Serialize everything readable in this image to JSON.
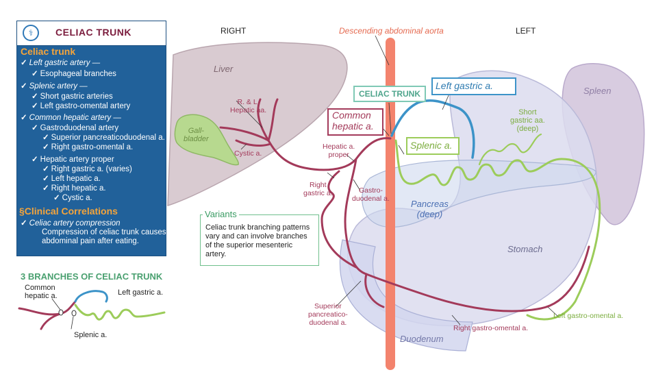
{
  "panel": {
    "title": "CELIAC TRUNK",
    "logo_icon": "caduceus-icon",
    "section1": "Celiac trunk",
    "items": [
      {
        "text": "Left gastric artery —",
        "italic": true
      },
      {
        "text": "Esophageal branches",
        "italic": false
      },
      {
        "text": "Splenic artery —",
        "italic": true
      },
      {
        "text": "Short gastric arteries",
        "italic": false
      },
      {
        "text": "Left gastro-omental artery",
        "italic": false
      },
      {
        "text": "Common hepatic artery —",
        "italic": true
      },
      {
        "text": "Gastroduodenal artery",
        "italic": false
      },
      {
        "text": "Superior pancreaticoduodenal a.",
        "italic": false
      },
      {
        "text": "Right gastro-omental a.",
        "italic": false
      },
      {
        "text": "Hepatic artery proper",
        "italic": false
      },
      {
        "text": "Right gastric a. (varies)",
        "italic": false
      },
      {
        "text": "Left hepatic a.",
        "italic": false
      },
      {
        "text": "Right hepatic a.",
        "italic": false
      },
      {
        "text": "Cystic a.",
        "italic": false
      }
    ],
    "section2": "Clinical Correlations",
    "clinical": [
      {
        "text": "Celiac artery compression",
        "italic": true
      },
      {
        "text": "Compression of celiac trunk causes",
        "italic": false
      },
      {
        "text": "abdominal pain after eating.",
        "italic": false
      }
    ]
  },
  "diagram": {
    "right": "RIGHT",
    "left": "LEFT",
    "aorta": "Descending abdominal aorta",
    "liver": "Liver",
    "gallbladder_1": "Gall-",
    "gallbladder_2": "bladder",
    "rl_hepatic_1": "R. & L.",
    "rl_hepatic_2": "Hepatic aa.",
    "cystic": "Cystic a.",
    "celiac_trunk": "CELIAC TRUNK",
    "left_gastric": "Left gastric a.",
    "common_hepatic_1": "Common",
    "common_hepatic_2": "hepatic a.",
    "splenic": "Splenic a.",
    "hepatic_proper_1": "Hepatic a.",
    "hepatic_proper_2": "proper",
    "right_gastric_1": "Right",
    "right_gastric_2": "gastric a.",
    "gastroduodenal_1": "Gastro-",
    "gastroduodenal_2": "duodenal a.",
    "short_gastric_1": "Short",
    "short_gastric_2": "gastric aa.",
    "short_gastric_3": "(deep)",
    "spleen": "Spleen",
    "pancreas_1": "Pancreas",
    "pancreas_2": "(deep)",
    "stomach": "Stomach",
    "duodenum": "Duodenum",
    "sup_pd_1": "Superior",
    "sup_pd_2": "pancreatico-",
    "sup_pd_3": "duodenal a.",
    "right_go": "Right gastro-omental a.",
    "left_go": "Left gastro-omental a."
  },
  "variants": {
    "title": "Variants",
    "text": "Celiac trunk branching patterns vary and can involve branches of the superior mesenteric artery."
  },
  "branches3": {
    "title": "3 BRANCHES OF CELIAC TRUNK",
    "common_1": "Common",
    "common_2": "hepatic a.",
    "left_gastric": "Left gastric a.",
    "splenic": "Splenic a."
  },
  "colors": {
    "hepatic": "#a33a5a",
    "left_gastric": "#3c93c8",
    "splenic": "#9ccc5a",
    "aorta": "#f08672",
    "panel": "#21619a",
    "accent": "#f4a43b"
  }
}
